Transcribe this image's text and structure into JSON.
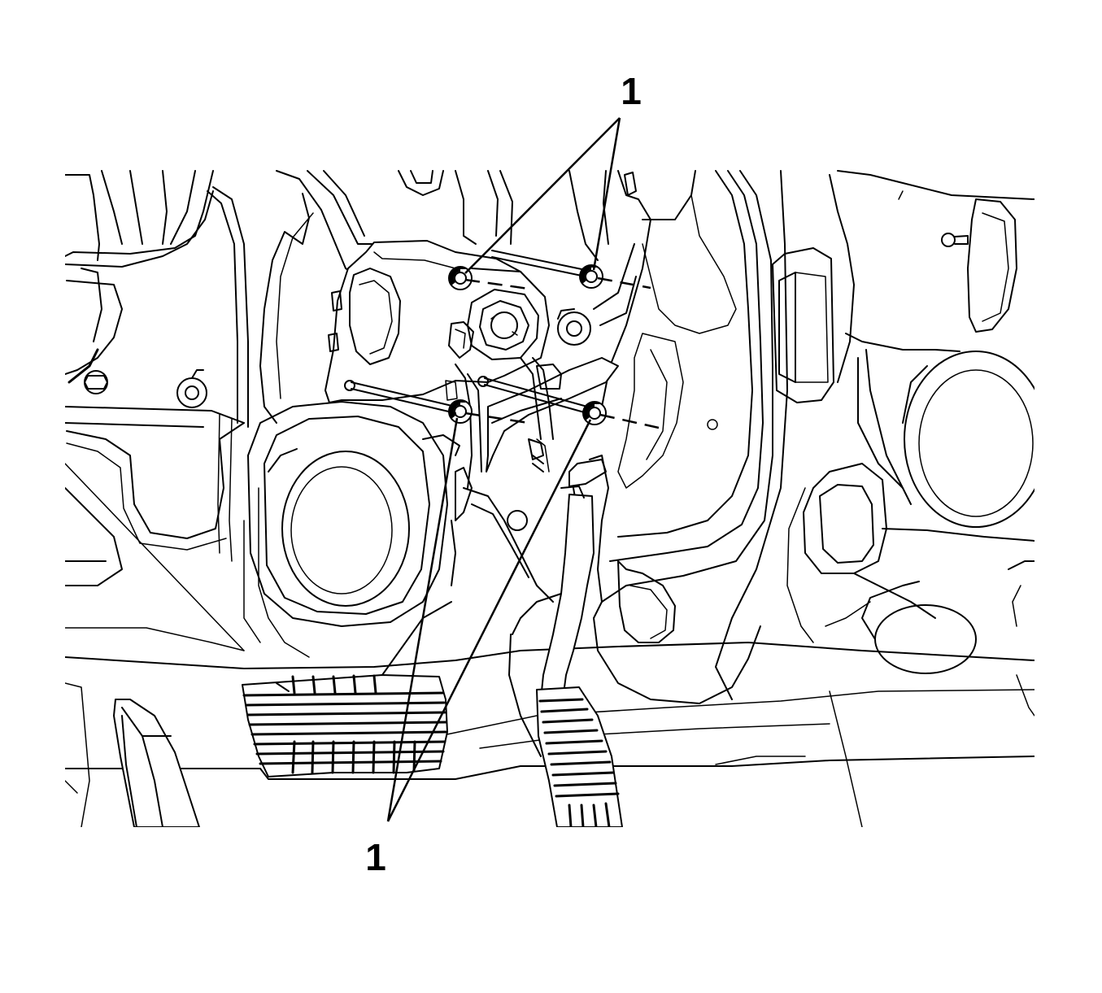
{
  "callouts": [
    {
      "id": "top",
      "label": "1"
    },
    {
      "id": "bottom",
      "label": "1"
    }
  ],
  "colors": {
    "line": "#000000",
    "background": "#ffffff"
  }
}
